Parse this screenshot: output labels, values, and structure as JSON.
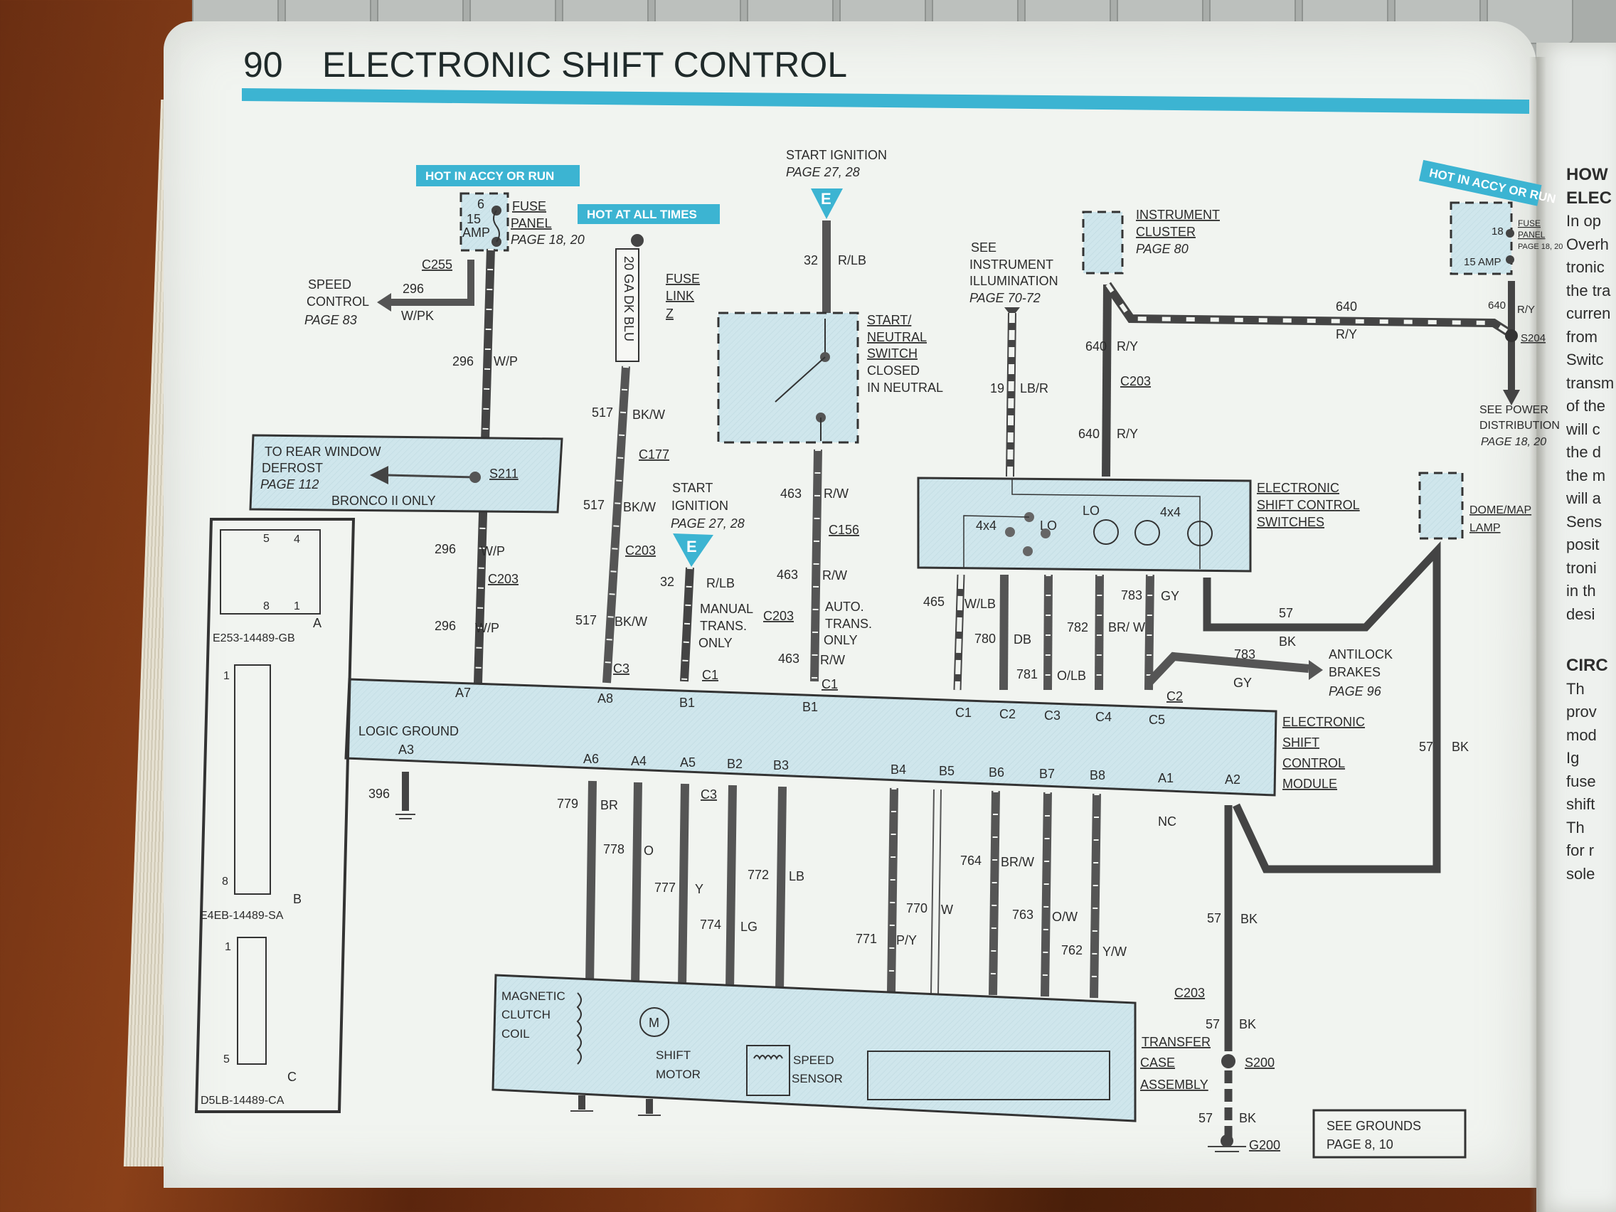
{
  "page": {
    "number": "90",
    "title": "ELECTRONIC SHIFT CONTROL",
    "accent_color": "#3cb4d2",
    "component_fill": "#cfe6ec"
  },
  "badges": {
    "hot_accy_run": "HOT IN ACCY OR RUN",
    "hot_all_times": "HOT AT ALL TIMES",
    "hot_accy_run_right": "HOT IN ACCY OR RUN"
  },
  "fuse_left": {
    "number": "6",
    "rating": "15",
    "unit": "AMP",
    "label1": "FUSE",
    "label2": "PANEL",
    "page": "PAGE 18, 20"
  },
  "fuse_right": {
    "number": "18",
    "rating": "15 AMP",
    "label1": "FUSE",
    "label2": "PANEL",
    "page": "PAGE 18, 20"
  },
  "speed_control": {
    "line1": "SPEED",
    "line2": "CONTROL",
    "page": "PAGE 83",
    "connector": "C255",
    "circuit": "296",
    "color": "W/PK"
  },
  "fuse_link": {
    "text": "20 GA DK BLU",
    "label1": "FUSE",
    "label2": "LINK",
    "label3": "Z"
  },
  "start_ignition_top": {
    "line1": "START IGNITION",
    "page": "PAGE 27, 28",
    "marker": "E",
    "circuit": "32",
    "color": "R/LB"
  },
  "start_ignition_mid": {
    "line1": "START",
    "line2": "IGNITION",
    "page": "PAGE 27, 28",
    "marker": "E",
    "circuit": "32",
    "color": "R/LB",
    "note1": "MANUAL",
    "note2": "TRANS.",
    "note3": "ONLY",
    "pin_conn": "C1"
  },
  "neutral_switch": {
    "l1": "START/",
    "l2": "NEUTRAL",
    "l3": "SWITCH",
    "l4": "CLOSED",
    "l5": "IN NEUTRAL"
  },
  "illumination": {
    "l1": "SEE",
    "l2": "INSTRUMENT",
    "l3": "ILLUMINATION",
    "page": "PAGE 70-72",
    "circuit": "19",
    "color": "LB/R"
  },
  "instrument_cluster": {
    "l1": "INSTRUMENT",
    "l2": "CLUSTER",
    "page": "PAGE 80"
  },
  "power_dist": {
    "l1": "SEE POWER",
    "l2": "DISTRIBUTION",
    "page": "PAGE 18, 20",
    "splice": "S204"
  },
  "defrost": {
    "l1": "TO REAR WINDOW",
    "l2": "DEFROST",
    "page": "PAGE 112",
    "note": "BRONCO II ONLY",
    "splice": "S211"
  },
  "wires_upper": [
    {
      "circuit": "296",
      "color": "W/P"
    },
    {
      "circuit": "296",
      "color": "W/P"
    },
    {
      "circuit": "296",
      "color": "W/P"
    },
    {
      "circuit": "517",
      "color": "BK/W"
    },
    {
      "circuit": "517",
      "color": "BK/W"
    },
    {
      "circuit": "517",
      "color": "BK/W"
    },
    {
      "circuit": "463",
      "color": "R/W"
    },
    {
      "circuit": "463",
      "color": "R/W"
    },
    {
      "circuit": "463",
      "color": "R/W"
    },
    {
      "circuit": "640",
      "color": "R/Y"
    },
    {
      "circuit": "640",
      "color": "R/Y"
    },
    {
      "circuit": "640",
      "color": "R/Y"
    },
    {
      "circuit": "640",
      "color": "R/Y"
    }
  ],
  "connectors": {
    "c177": "C177",
    "c203": "C203",
    "c156": "C156",
    "c3": "C3",
    "c1": "C1",
    "c2": "C2"
  },
  "auto_trans": {
    "l1": "AUTO.",
    "l2": "TRANS.",
    "l3": "ONLY"
  },
  "switches": {
    "title1": "ELECTRONIC",
    "title2": "SHIFT CONTROL",
    "title3": "SWITCHES",
    "sw_4x4": "4x4",
    "sw_lo": "LO",
    "lamp_lo": "LO",
    "lamp_4x4": "4x4"
  },
  "switch_wires": [
    {
      "circuit": "465",
      "color": "W/LB"
    },
    {
      "circuit": "780",
      "color": "DB"
    },
    {
      "circuit": "781",
      "color": "O/LB"
    },
    {
      "circuit": "782",
      "color": "BR/ W"
    },
    {
      "circuit": "783",
      "color": "GY"
    }
  ],
  "antilock": {
    "circuit": "783",
    "color": "GY",
    "l1": "ANTILOCK",
    "l2": "BRAKES",
    "page": "PAGE 96"
  },
  "dome_lamp": {
    "l1": "DOME/MAP",
    "l2": "LAMP",
    "circuit": "57",
    "color": "BK"
  },
  "module": {
    "l1": "ELECTRONIC",
    "l2": "SHIFT",
    "l3": "CONTROL",
    "l4": "MODULE",
    "logic_ground": "LOGIC GROUND",
    "top_pins": [
      "A7",
      "A8",
      "B1",
      "B1",
      "C1",
      "C2",
      "C3",
      "C4",
      "C5"
    ],
    "bottom_pins": [
      "A3",
      "A6",
      "A4",
      "A5",
      "B2",
      "B3",
      "B4",
      "B5",
      "B6",
      "B7",
      "B8",
      "A1",
      "A2"
    ],
    "nc": "NC",
    "ground_circuit": "396"
  },
  "lower_wires": [
    {
      "circuit": "779",
      "color": "BR"
    },
    {
      "circuit": "778",
      "color": "O"
    },
    {
      "circuit": "777",
      "color": "Y"
    },
    {
      "circuit": "774",
      "color": "LG"
    },
    {
      "circuit": "772",
      "color": "LB"
    },
    {
      "circuit": "771",
      "color": "P/Y"
    },
    {
      "circuit": "770",
      "color": "W"
    },
    {
      "circuit": "764",
      "color": "BR/W"
    },
    {
      "circuit": "763",
      "color": "O/W"
    },
    {
      "circuit": "762",
      "color": "Y/W"
    },
    {
      "circuit": "57",
      "color": "BK"
    }
  ],
  "transfer_case": {
    "coil1": "MAGNETIC",
    "coil2": "CLUTCH",
    "coil3": "COIL",
    "motor_symbol": "M",
    "motor1": "SHIFT",
    "motor2": "MOTOR",
    "sensor1": "SPEED",
    "sensor2": "SENSOR",
    "t1": "TRANSFER",
    "t2": "CASE",
    "t3": "ASSEMBLY"
  },
  "ground_path": {
    "conn": "C203",
    "circuit": "57",
    "color": "BK",
    "splice": "S200",
    "ground": "G200"
  },
  "see_grounds": {
    "l1": "SEE GROUNDS",
    "l2": "PAGE 8, 10"
  },
  "connector_views": [
    {
      "letter": "A",
      "part": "E253-14489-GB",
      "pins": [
        "5",
        "4",
        "8",
        "1"
      ]
    },
    {
      "letter": "B",
      "part": "E4EB-14489-SA",
      "pins": [
        "1",
        "8"
      ]
    },
    {
      "letter": "C",
      "part": "D5LB-14489-CA",
      "pins": [
        "1",
        "5"
      ]
    }
  ],
  "facing_page": {
    "heading1": "HOW",
    "heading2": "ELEC",
    "lines": [
      "In op",
      "Overh",
      "tronic",
      "the tra",
      "curren",
      "from",
      "Switc",
      "transm",
      "of the",
      "will c",
      "the d",
      "the m",
      "will a",
      "Sens",
      "posit",
      "troni",
      "in th",
      "desi"
    ],
    "heading3": "CIRC",
    "lines2": [
      "Th",
      "prov",
      "mod",
      "Ig",
      "fuse",
      "shift",
      "Th",
      "for r",
      "sole"
    ]
  }
}
